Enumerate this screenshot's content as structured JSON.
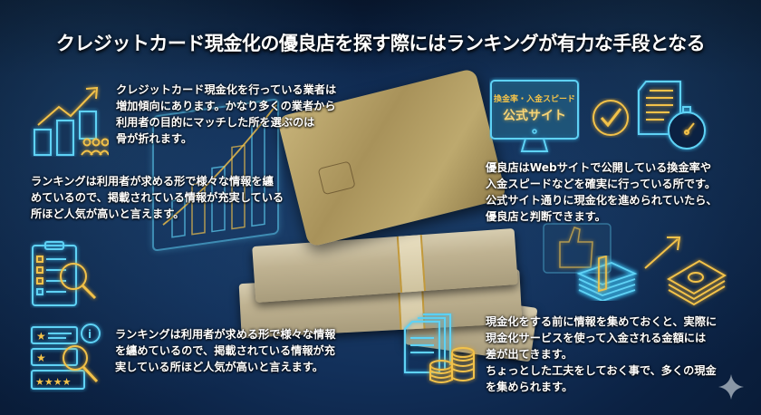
{
  "title": "クレジットカード現金化の優良店を探す際にはランキングが有力な手段となる",
  "blocks": {
    "top_left": "クレジットカード現金化を行っている業者は\n増加傾向にあります。かなり多くの業者から\n利用者の目的にマッチした所を選ぶのは\n骨が折れます。",
    "mid_left": "ランキングは利用者が求める形で様々な情報を纏\nめているので、掲載されている情報が充実している\n所ほど人気が高いと言えます。",
    "bottom_left": "ランキングは利用者が求める形で様々な情報\nを纏めているので、掲載されている情報が充\n実している所ほど人気が高いと言えます。",
    "top_right": "優良店はWebサイトで公開している換金率や\n入金スピードなどを確実に行っている所です。\n公式サイト通りに現金化を進められていたら、\n優良店と判断できます。",
    "bottom_right": "現金化をする前に情報を集めておくと、実際に\n現金化サービスを使って入金される金額には\n差が出てきます。\nちょっとした工夫をしておく事で、多くの現金\nを集められます。"
  },
  "monitor": {
    "line1": "換金率・入金スピード",
    "line2": "公式サイト"
  },
  "icons": {
    "growth": "rising-arrow-buildings-people-icon",
    "checklist": "clipboard-checklist-magnifier-icon",
    "rating": "star-rating-list-magnifier-info-icon",
    "monitor": "monitor-icon",
    "check": "checkmark-circle-icon",
    "document_timer": "document-stopwatch-icon",
    "thumbs": "thumbs-up-icon",
    "money_growth": "cash-stack-arrow-icon",
    "docs_coins": "documents-coins-icon",
    "sparkle": "sparkle-icon"
  },
  "colors": {
    "neon_cyan": "#5fd2f5",
    "neon_gold": "#f2c24a",
    "background": "#0b2142"
  }
}
